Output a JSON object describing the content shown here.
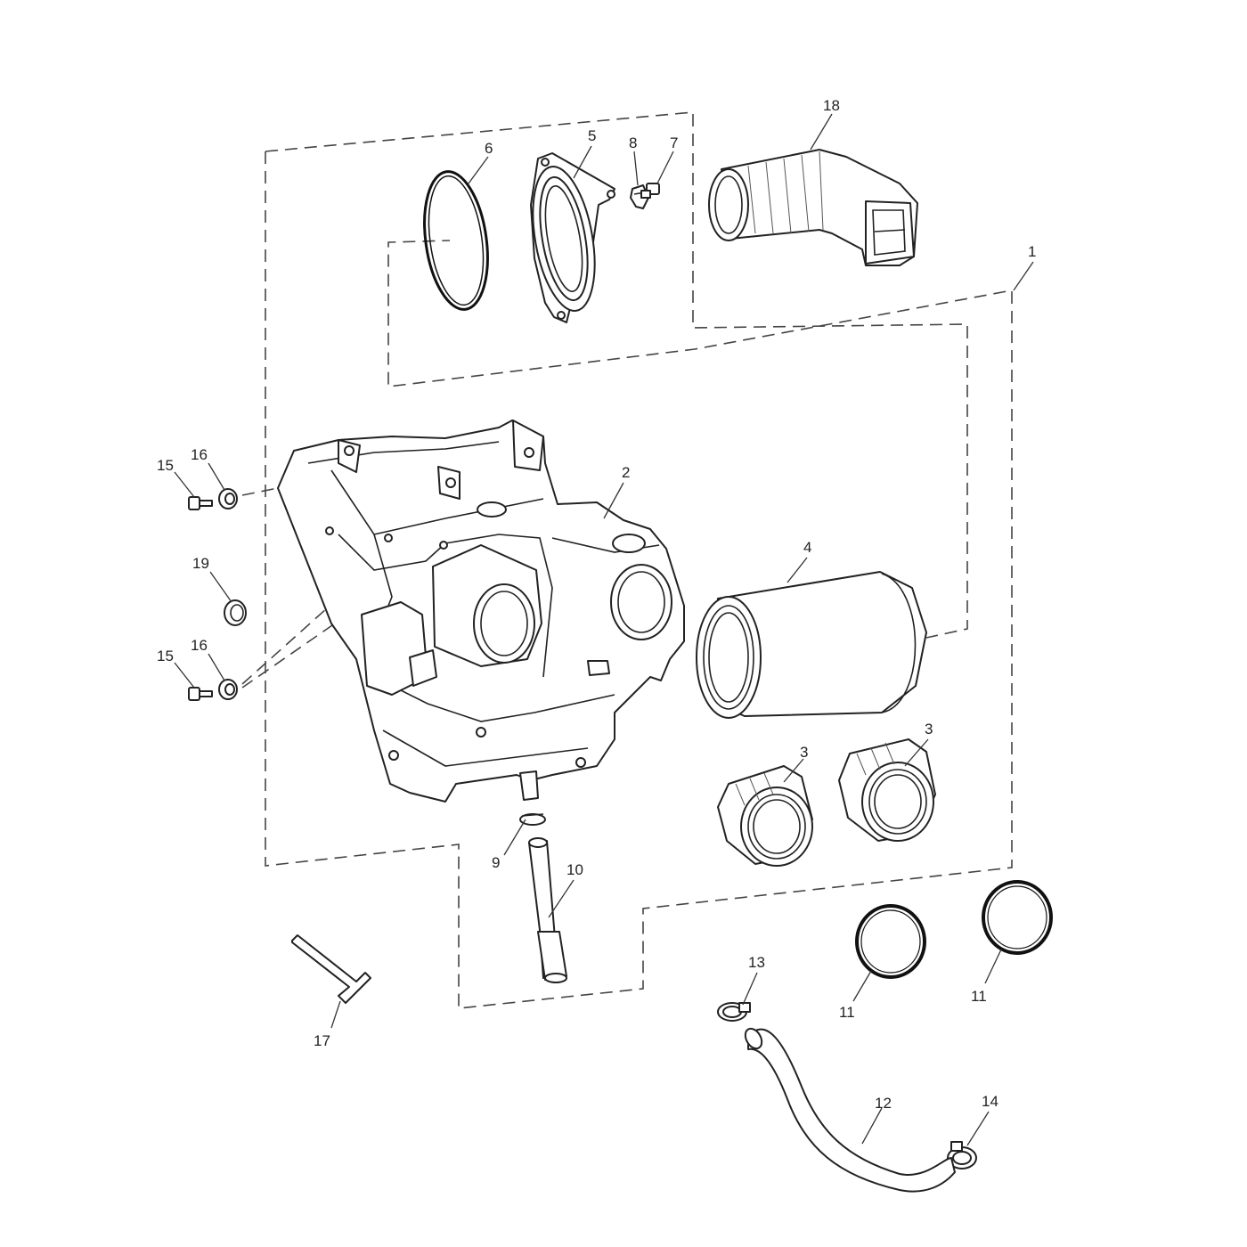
{
  "callouts": {
    "c1": "1",
    "c2": "2",
    "c3a": "3",
    "c3b": "3",
    "c4": "4",
    "c5": "5",
    "c6": "6",
    "c7": "7",
    "c8": "8",
    "c9": "9",
    "c10": "10",
    "c11a": "11",
    "c11b": "11",
    "c12": "12",
    "c13": "13",
    "c14": "14",
    "c15a": "15",
    "c15b": "15",
    "c16a": "16",
    "c16b": "16",
    "c17": "17",
    "c18": "18",
    "c19": "19"
  },
  "icons": {
    "parts": [
      "o-ring-icon",
      "filter-cover-icon",
      "clip-icon",
      "screw-icon",
      "intake-duct-icon",
      "airbox-housing-icon",
      "air-filter-element-icon",
      "throttle-adaptor-icon",
      "drain-tube-icon",
      "hose-clip-icon",
      "breather-hose-icon",
      "bolt-icon",
      "washer-icon",
      "grommet-icon",
      "hex-key-icon"
    ]
  },
  "colors": {
    "line": "#222222",
    "background": "#ffffff"
  }
}
